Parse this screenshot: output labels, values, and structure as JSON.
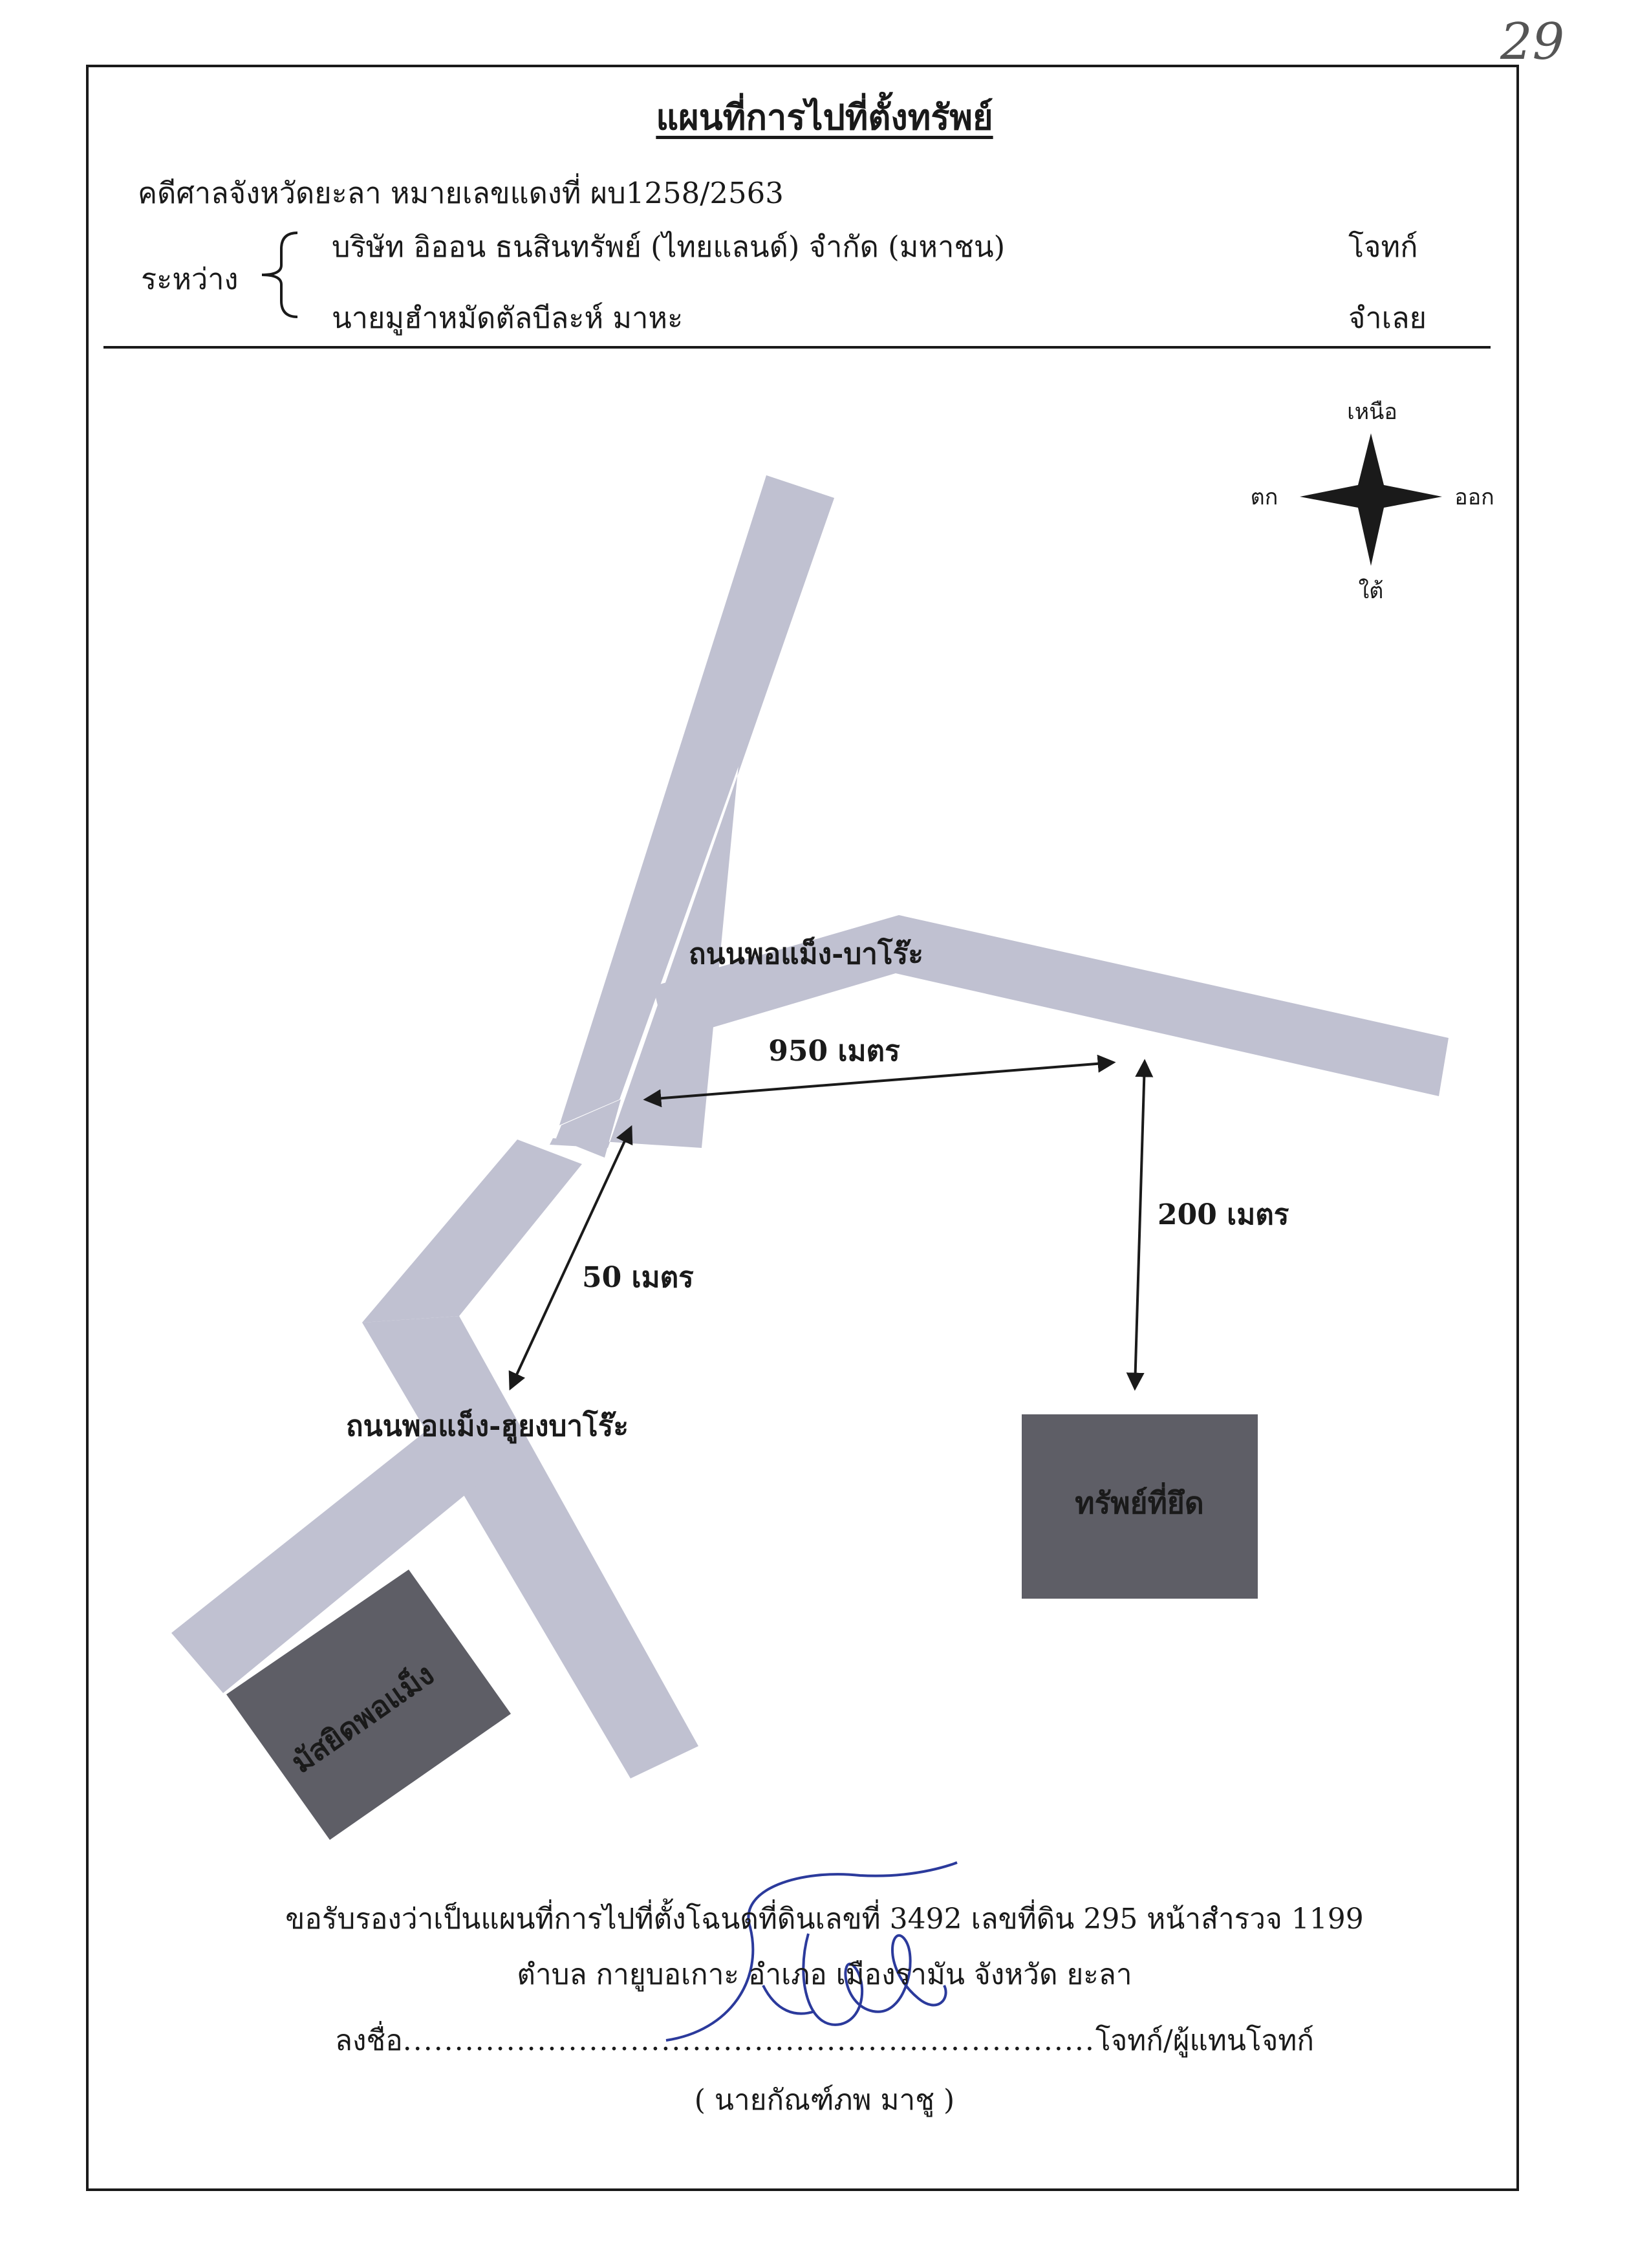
{
  "page_number": "29",
  "title": "แผนที่การไปที่ตั้งทรัพย์",
  "case_line": "คดีศาลจังหวัดยะลา หมายเลขแดงที่   ผบ1258/2563",
  "between_label": "ระหว่าง",
  "parties": [
    {
      "name": "บริษัท อิออน ธนสินทรัพย์ (ไทยแลนด์) จำกัด (มหาชน)",
      "role": "โจทก์"
    },
    {
      "name": "นายมูฮำหมัดตัลบีละห์  มาหะ",
      "role": "จำเลย"
    }
  ],
  "compass": {
    "north": "เหนือ",
    "south": "ใต้",
    "east": "ออก",
    "west": "ตก"
  },
  "roads": {
    "upper_road": "ถนนพอแม็ง-บาโร๊ะ",
    "lower_road": "ถนนพอแม็ง-ฮูยงบาโร๊ะ"
  },
  "landmarks": {
    "property": "ทรัพย์ที่ยึด",
    "mosque": "มัสยิดพอแม็ง"
  },
  "distances": {
    "east": "950 เมตร",
    "south": "200 เมตร",
    "diagonal": "50 เมตร"
  },
  "colors": {
    "road": "#c0c1d1",
    "building": "#5e5e66",
    "ink": "#1a1a1a",
    "signature": "#2b3a9c"
  },
  "footer": {
    "certify_line1": "ขอรับรองว่าเป็นแผนที่การไปที่ตั้งโฉนดที่ดินเลขที่ 3492  เลขที่ดิน 295 หน้าสำรวจ 1199",
    "certify_line2": "ตำบล กายูบอเกาะ อำเภอ เมืองรามัน จังหวัด ยะลา",
    "sign_prefix": "ลงชื่อ",
    "sign_dots": "...................................................................",
    "sign_suffix": "โจทก์/ผู้แทนโจทก์",
    "signer_name": "( นายกัณฑ์ภพ  มาชู )"
  }
}
